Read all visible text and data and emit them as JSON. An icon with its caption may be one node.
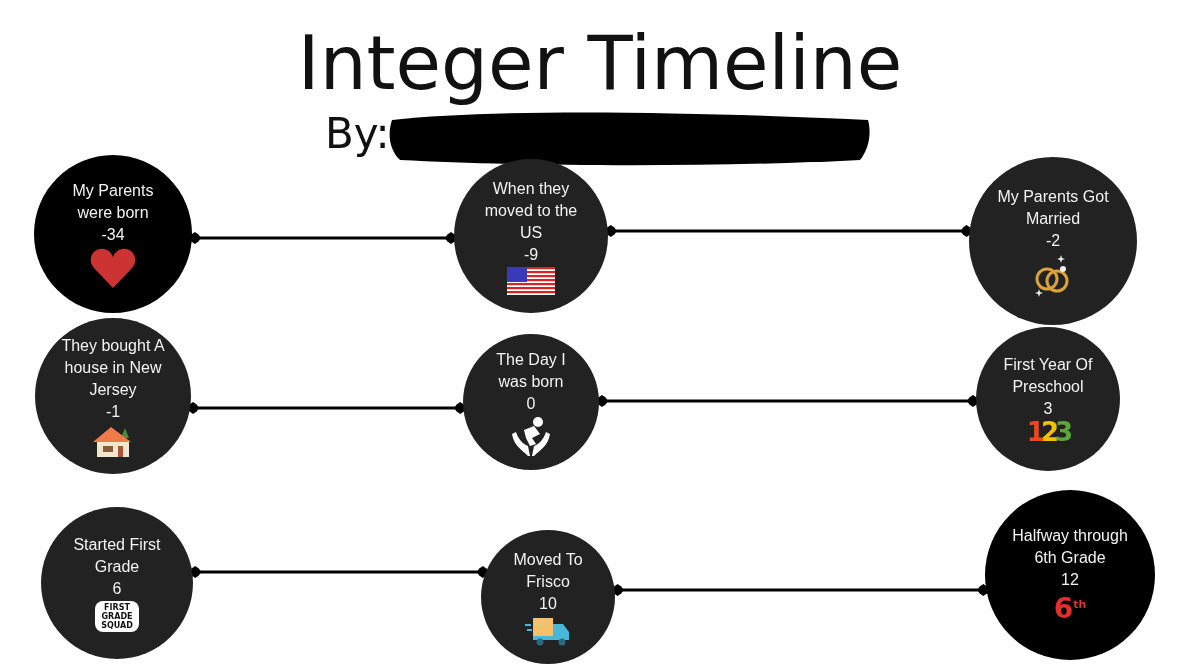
{
  "diagram": {
    "title": "Integer Timeline",
    "nodes": [
      {
        "text": [
          "My Parents were born",
          "-34"
        ]
      },
      {
        "text": [
          "When they moved to the US",
          "-9"
        ]
      },
      {
        "text": [
          "My Parents Got Married",
          "-2"
        ]
      },
      {
        "text": [
          "They bought A house in New Jersey",
          "-1"
        ]
      },
      {
        "text": [
          "The Day I was born",
          "0"
        ]
      },
      {
        "text": [
          "First Year Of Preschool",
          "3",
          "123"
        ]
      },
      {
        "text": [
          "Started First Grade",
          "6",
          "FIRST GRADE SQUAD"
        ]
      },
      {
        "text": [
          "Moved To Frisco",
          "10"
        ]
      },
      {
        "text": [
          "Halfway through 6th Grade",
          "12",
          "6$^{th}$"
        ]
      }
    ],
    "edges": [
      {
        "from": 0,
        "to": 1,
        "arrow": "other"
      },
      {
        "from": 1,
        "to": 2,
        "arrow": "other"
      },
      {
        "from": 3,
        "to": 4,
        "arrow": "other"
      },
      {
        "from": 4,
        "to": 5,
        "arrow": "other"
      },
      {
        "from": 6,
        "to": 7,
        "arrow": "other"
      },
      {
        "from": 7,
        "to": 8,
        "arrow": "other"
      }
    ],
    "labels": [
      "By:"
    ]
  }
}
